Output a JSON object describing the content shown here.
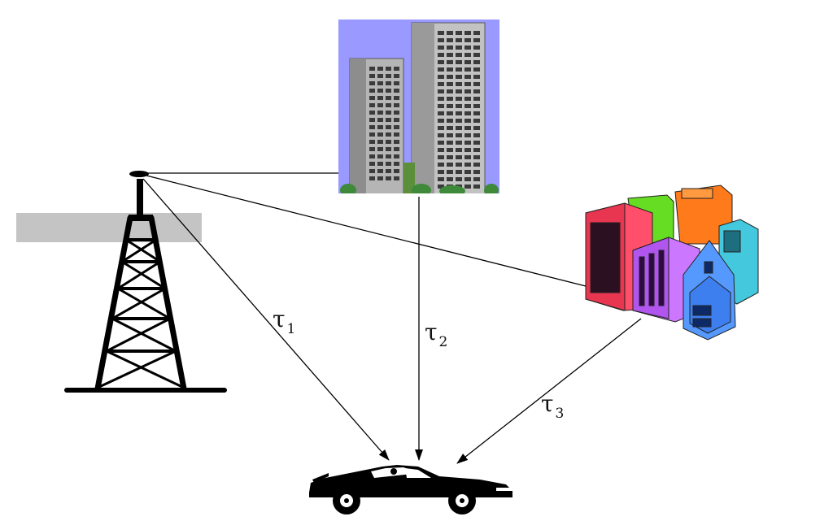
{
  "diagram": {
    "labels": {
      "path1": {
        "symbol": "τ",
        "subscript": "1"
      },
      "path2": {
        "symbol": "τ",
        "subscript": "2"
      },
      "path3": {
        "symbol": "τ",
        "subscript": "3"
      }
    },
    "nodes": [
      {
        "id": "tower-icon"
      },
      {
        "id": "office-buildings-icon"
      },
      {
        "id": "city-buildings-icon"
      },
      {
        "id": "car-icon"
      }
    ],
    "colors": {
      "sky": "#9999ff",
      "building_gray": "#a8a8a8",
      "gray_band": "#c4c4c4",
      "red_building": "#ff4f6a",
      "green_building": "#66dd22",
      "orange_building": "#ff7a1a",
      "purple_building": "#cc77ff",
      "blue_building": "#5599ff",
      "teal_building": "#44c8dd"
    }
  }
}
